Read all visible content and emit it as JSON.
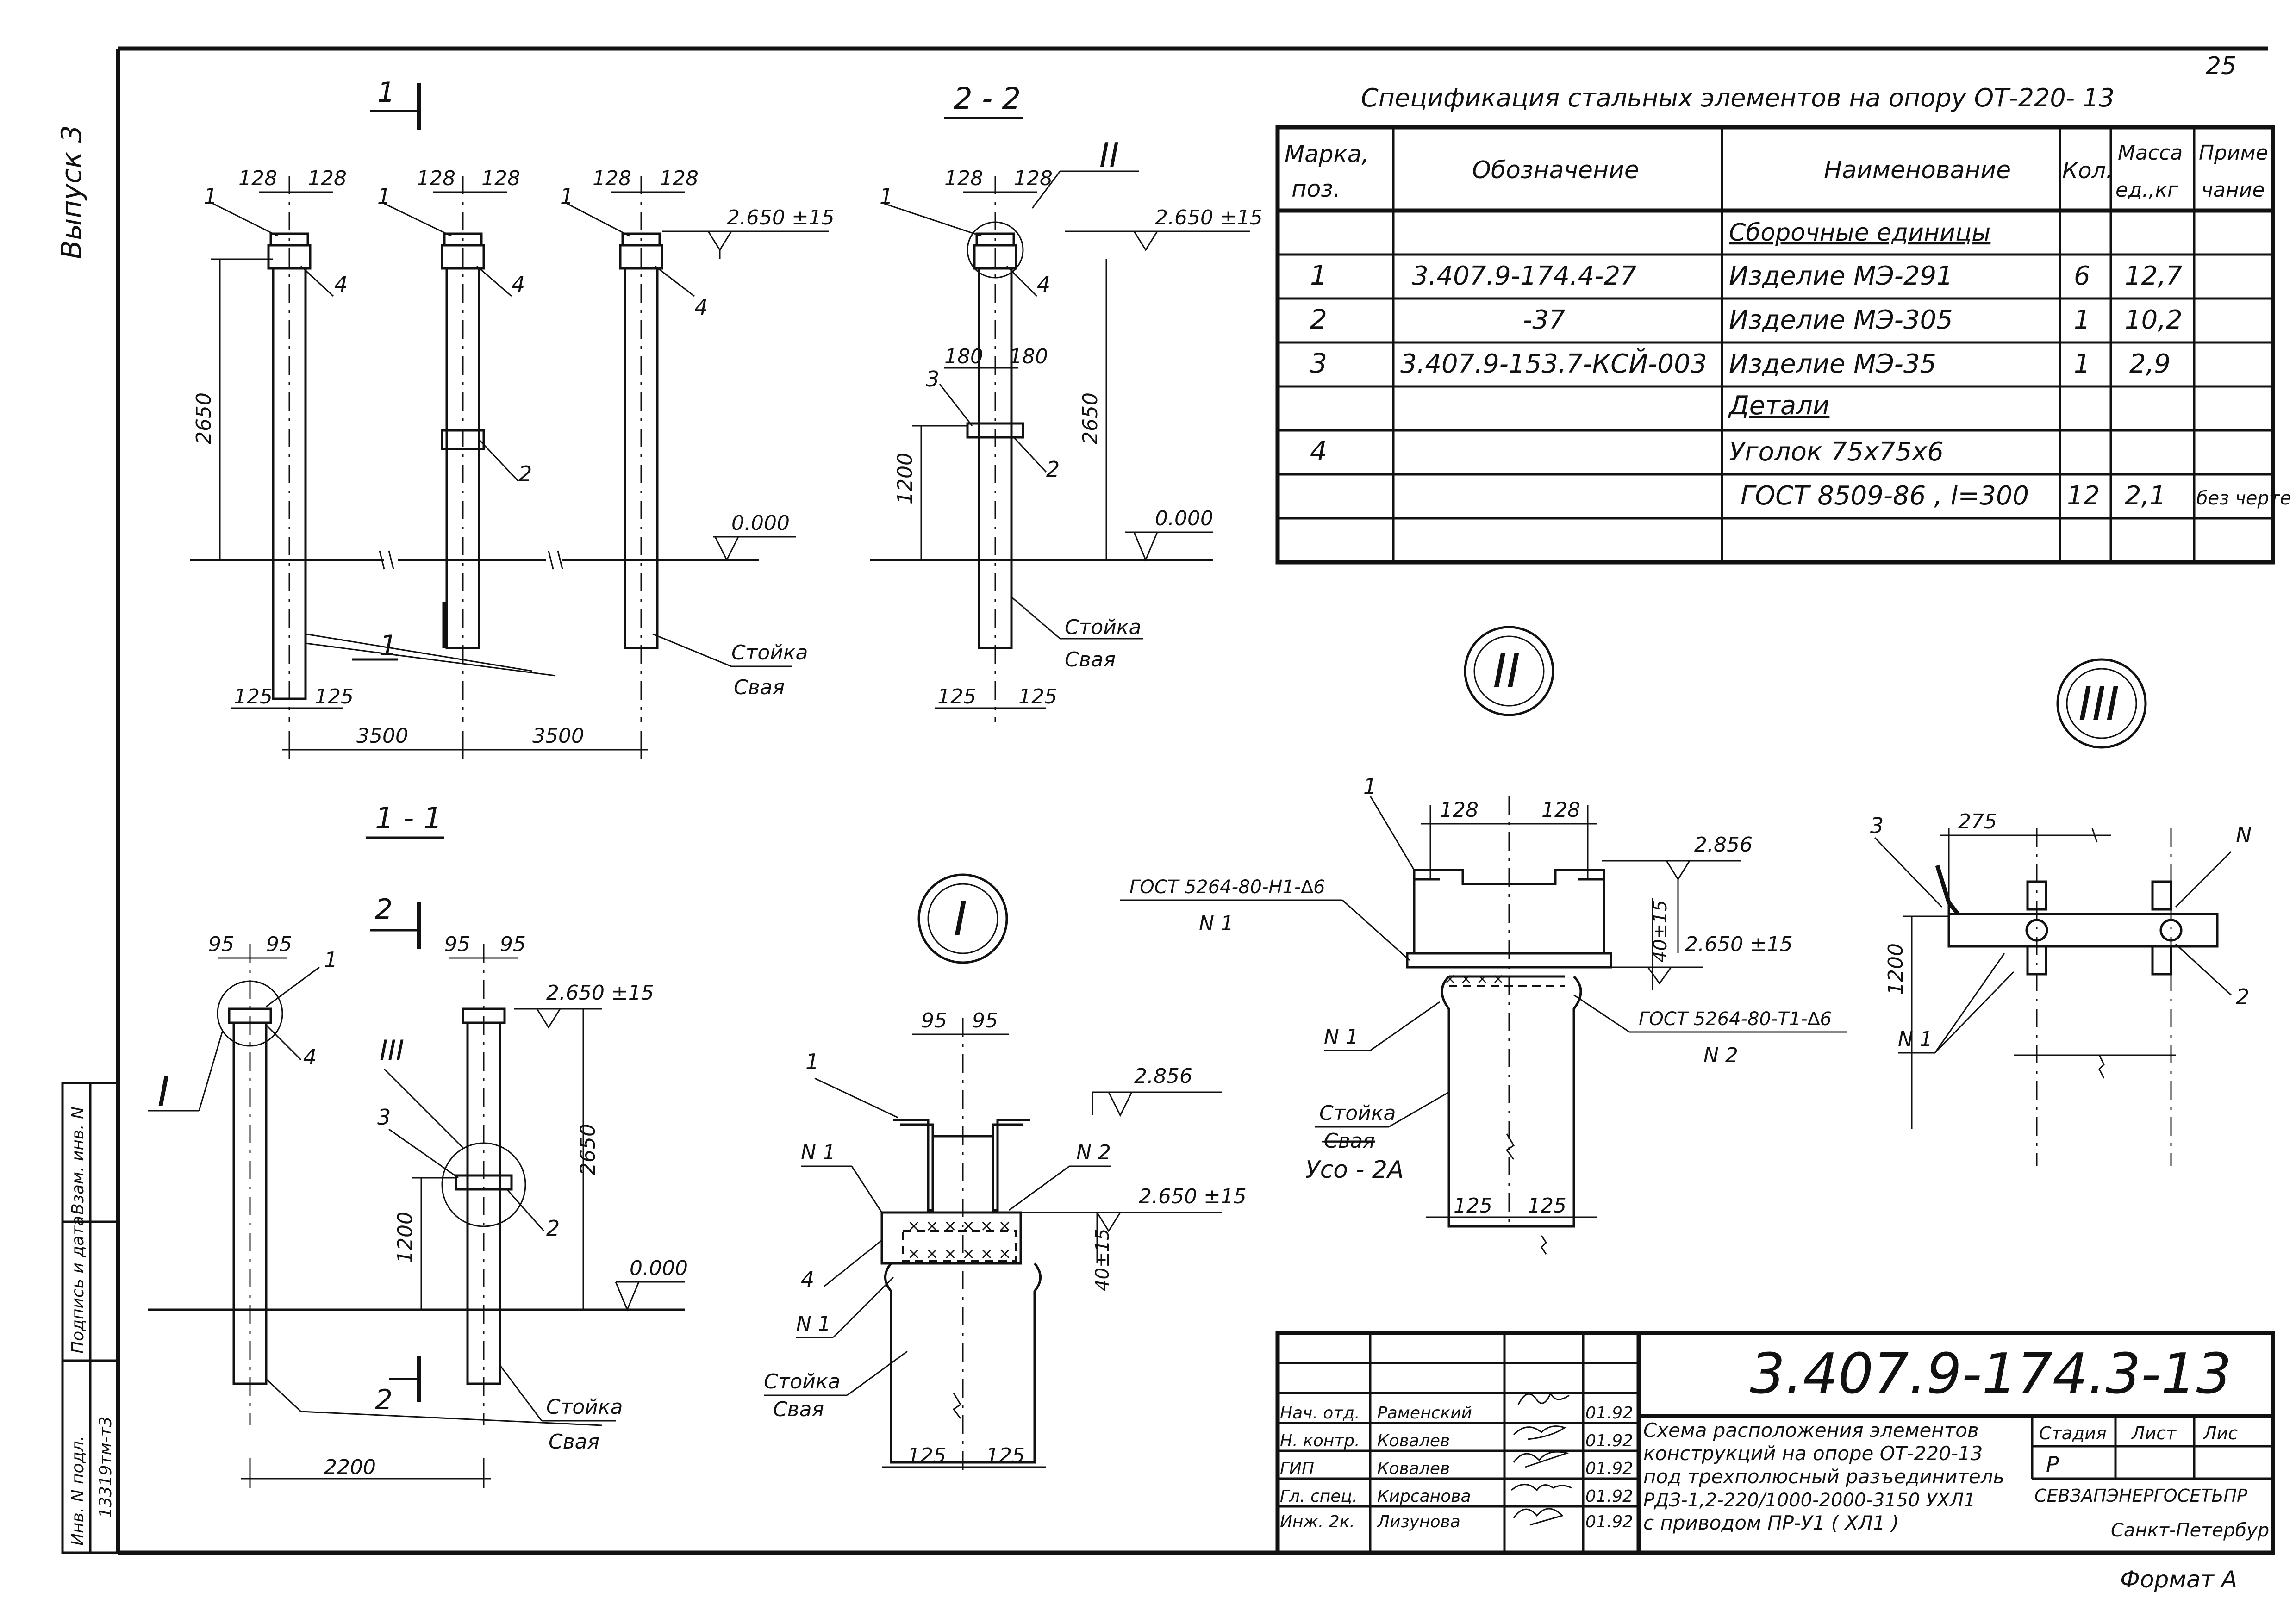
{
  "sheet": {
    "page_number": "25",
    "issue_label": "Выпуск 3",
    "format_label": "Формат А",
    "inv_number": "13319тм-т3",
    "side_stamp": [
      "Инв. N подл.",
      "Подпись и дата",
      "Взам. инв. N"
    ]
  },
  "views": {
    "elevation": {
      "section_mark": "1",
      "dims_top": [
        "128",
        "128"
      ],
      "height_dim": "2650",
      "level_top": "2.650 ±15",
      "level_zero": "0.000",
      "spacing": [
        "3500",
        "3500"
      ],
      "base_dims": [
        "125",
        "125"
      ],
      "positions": [
        "1",
        "4",
        "1",
        "4",
        "2",
        "1",
        "4"
      ],
      "label_column": "Стойка",
      "label_pile": "Свая"
    },
    "section22": {
      "title": "2 - 2",
      "detail_ref": "II",
      "dims_top": [
        "128",
        "128"
      ],
      "dims_mid": [
        "180",
        "180"
      ],
      "level_top": "2.650 ±15",
      "level_zero": "0.000",
      "height_dim": "2650",
      "lower_dim": "1200",
      "base_dims": [
        "125",
        "125"
      ],
      "positions": [
        "1",
        "4",
        "3",
        "2"
      ],
      "label_column": "Стойка",
      "label_pile": "Свая"
    },
    "section11": {
      "title": "1 - 1",
      "section_mark": "2",
      "detail_ref_I": "I",
      "detail_ref_III": "III",
      "dims_top_a": [
        "95",
        "95"
      ],
      "dims_top_b": [
        "95",
        "95"
      ],
      "level_top": "2.650 ±15",
      "level_zero": "0.000",
      "height_dim": "2650",
      "lower_dim": "1200",
      "spacing": "2200",
      "positions": [
        "1",
        "4",
        "3",
        "2"
      ],
      "label_column": "Стойка",
      "label_pile": "Свая"
    },
    "detailI": {
      "title": "I",
      "dims_top": [
        "95",
        "95"
      ],
      "level_top": "2.856",
      "level_mid": "2.650 ±15",
      "tolerance": "40±15",
      "base_dims": [
        "125",
        "125"
      ],
      "weld_labels": [
        "N 1",
        "N 2",
        "N 1"
      ],
      "positions": [
        "1",
        "4"
      ],
      "label_column": "Стойка",
      "label_pile": "Свая"
    },
    "detailII": {
      "title": "II",
      "dims_top": [
        "128",
        "128"
      ],
      "level_top": "2.856",
      "level_mid": "2.650 ±15",
      "tolerance": "40±15",
      "weld_spec_1": "ГОСТ 5264-80-Н1-∆6",
      "weld_spec_1_sub": "N 1",
      "weld_spec_2": "ГОСТ 5264-80-Т1-∆6",
      "weld_spec_2_sub": "N 2",
      "weld_label": "N 1",
      "base_dims": [
        "125",
        "125"
      ],
      "position": "1",
      "label_column": "Стойка",
      "label_pile_struck": "Свая",
      "handwritten_note": "Усо - 2А"
    },
    "detailIII": {
      "title": "III",
      "dim_top": "275",
      "height_dim": "1200",
      "weld_label": "N 1",
      "positions": [
        "3",
        "N",
        "2"
      ]
    }
  },
  "specification": {
    "title": "Спецификация стальных элементов на опору ОТ-220- 13",
    "headers": [
      "Марка, поз.",
      "Обозначение",
      "Наименование",
      "Кол.",
      "Масса ед.,кг",
      "Примечание"
    ],
    "rows": [
      {
        "mark": "",
        "designation": "",
        "name": "Сборочные единицы",
        "qty": "",
        "mass": "",
        "note": ""
      },
      {
        "mark": "1",
        "designation": "3.407.9-174.4-27",
        "name": "Изделие МЭ-291",
        "qty": "6",
        "mass": "12,7",
        "note": ""
      },
      {
        "mark": "2",
        "designation": "-37",
        "name": "Изделие МЭ-305",
        "qty": "1",
        "mass": "10,2",
        "note": ""
      },
      {
        "mark": "3",
        "designation": "3.407.9-153.7-КСЙ-003",
        "name": "Изделие МЭ-35",
        "qty": "1",
        "mass": "2,9",
        "note": ""
      },
      {
        "mark": "",
        "designation": "",
        "name": "Детали",
        "qty": "",
        "mass": "",
        "note": ""
      },
      {
        "mark": "4",
        "designation": "",
        "name": "Уголок 75х75х6",
        "qty": "",
        "mass": "",
        "note": ""
      },
      {
        "mark": "",
        "designation": "",
        "name": "ГОСТ 8509-86 , l=300",
        "qty": "12",
        "mass": "2,1",
        "note": "без черте"
      },
      {
        "mark": "",
        "designation": "",
        "name": "",
        "qty": "",
        "mass": "",
        "note": ""
      }
    ]
  },
  "title_block": {
    "code": "3.407.9-174.3-13",
    "description": [
      "Схема расположения элементов",
      "конструкций на опоре ОТ-220-13",
      "под трехполюсный разъединитель",
      "РДЗ-1,2-220/1000-2000-3150 УХЛ1",
      "с приводом ПР-У1 ( ХЛ1 )"
    ],
    "signatures": [
      {
        "role": "Нач. отд.",
        "name": "Раменский",
        "date": "01.92"
      },
      {
        "role": "Н. контр.",
        "name": "Ковалев",
        "date": "01.92"
      },
      {
        "role": "ГИП",
        "name": "Ковалев",
        "date": "01.92"
      },
      {
        "role": "Гл. спец.",
        "name": "Кирсанова",
        "date": "01.92"
      },
      {
        "role": "Инж. 2к.",
        "name": "Лизунова",
        "date": "01.92"
      }
    ],
    "stage_label": "Стадия",
    "sheet_label": "Лист",
    "sheets_label": "Лис",
    "stage_value": "Р",
    "organization": "СЕВЗАПЭНЕРГОСЕТЬПР",
    "city": "Санкт-Петербур"
  }
}
